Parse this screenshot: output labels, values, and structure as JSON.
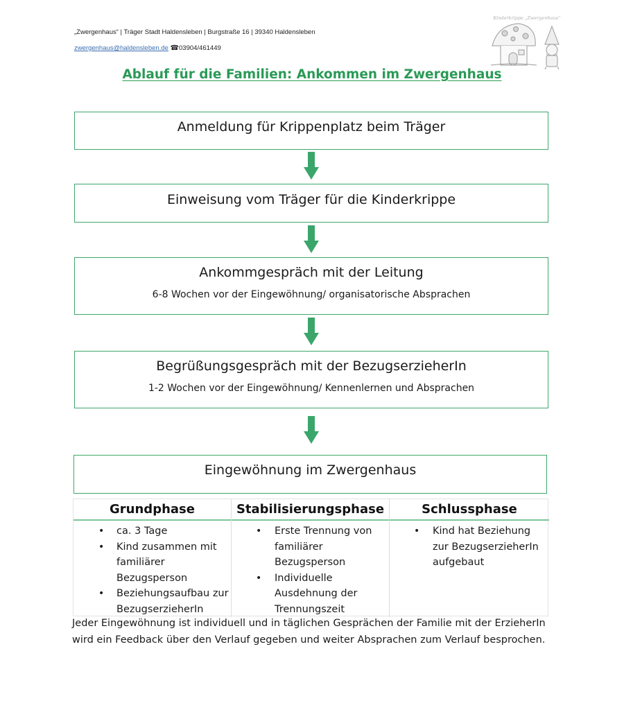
{
  "header": {
    "org_line": "„Zwergenhaus“ | Träger Stadt Haldensleben | Burgstraße 16 | 39340 Haldensleben",
    "email": "zwergenhaus@haldensleben.de",
    "phone_icon": "☎",
    "phone": "03904/461449",
    "logo_text": "Kinderkrippe „Zwergenhaus“",
    "logo_icon": "mushroom-house-gnome-icon"
  },
  "title": "Ablauf für die Familien: Ankommen im Zwergenhaus",
  "steps": [
    {
      "title": "Anmeldung für Krippenplatz beim Träger",
      "subtitle": ""
    },
    {
      "title": "Einweisung vom Träger für die Kinderkrippe",
      "subtitle": ""
    },
    {
      "title": "Ankommgespräch mit der Leitung",
      "subtitle": "6-8 Wochen vor der Eingewöhnung/ organisatorische Absprachen"
    },
    {
      "title": "Begrüßungsgespräch mit der BezugserzieherIn",
      "subtitle": "1-2 Wochen vor der Eingewöhnung/ Kennenlernen und Absprachen"
    },
    {
      "title": "Eingewöhnung im Zwergenhaus",
      "subtitle": ""
    }
  ],
  "arrow_icon": "down-arrow-icon",
  "colors": {
    "accent": "#2a9a56",
    "box_border": "#3ea76a",
    "arrow": "#3aa66a"
  },
  "phases": [
    {
      "heading": "Grundphase",
      "items": [
        "ca. 3 Tage",
        "Kind zusammen mit familiärer Bezugsperson",
        "Beziehungsaufbau zur BezugserzieherIn"
      ]
    },
    {
      "heading": "Stabilisierungsphase",
      "items": [
        "Erste Trennung von familiärer Bezugsperson",
        "Individuelle Ausdehnung der Trennungszeit"
      ]
    },
    {
      "heading": "Schlussphase",
      "items": [
        "Kind hat Beziehung zur BezugserzieherIn aufgebaut"
      ]
    }
  ],
  "bullet": "•",
  "footer_text": "Jeder Eingewöhnung ist individuell und in täglichen Gesprächen der Familie mit der ErzieherIn wird ein Feedback über den Verlauf gegeben und weiter Absprachen zum Verlauf besprochen."
}
